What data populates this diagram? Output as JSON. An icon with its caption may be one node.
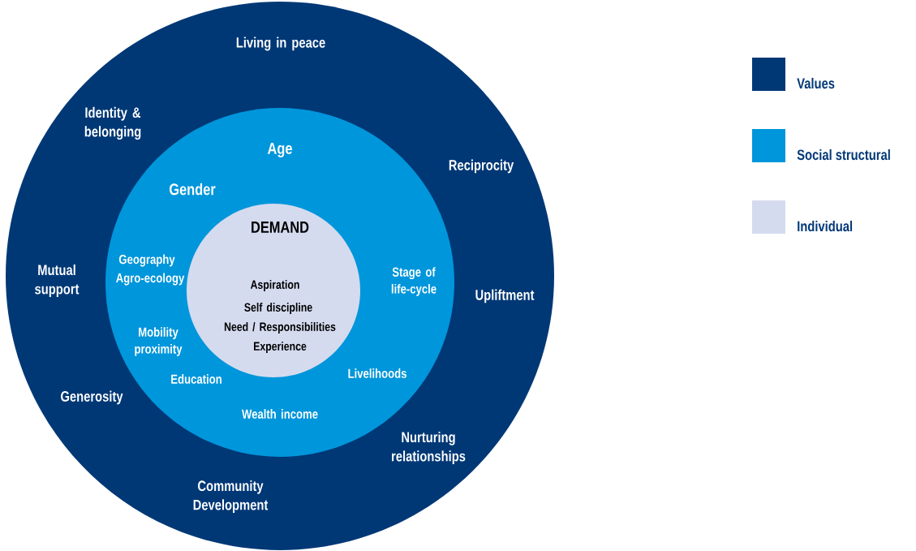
{
  "diagram": {
    "nodes": [
      {
        "text": [
          "Living in peace",
          "Identity & belonging",
          "Reciprocity",
          "Mutual support",
          "Upliftment",
          "Generosity",
          "Nurturing relationships",
          "Community Development"
        ]
      },
      {
        "text": [
          "Age",
          "Gender",
          "Geography",
          "Agro-ecology",
          "Stage of life-cycle",
          "Mobility proximity",
          "Education",
          "Livelihoods",
          "Wealth income"
        ],
        "in": 0
      },
      {
        "text": [
          "DEMAND",
          "Aspiration",
          "Self discipline",
          "Need / Responsibilities",
          "Experience"
        ],
        "in": 1
      }
    ],
    "legend": [
      {
        "text": "Values",
        "color": "#003876"
      },
      {
        "text": "Social structural",
        "color": "#0096db"
      },
      {
        "text": "Individual",
        "color": "#d5dbef"
      }
    ]
  }
}
